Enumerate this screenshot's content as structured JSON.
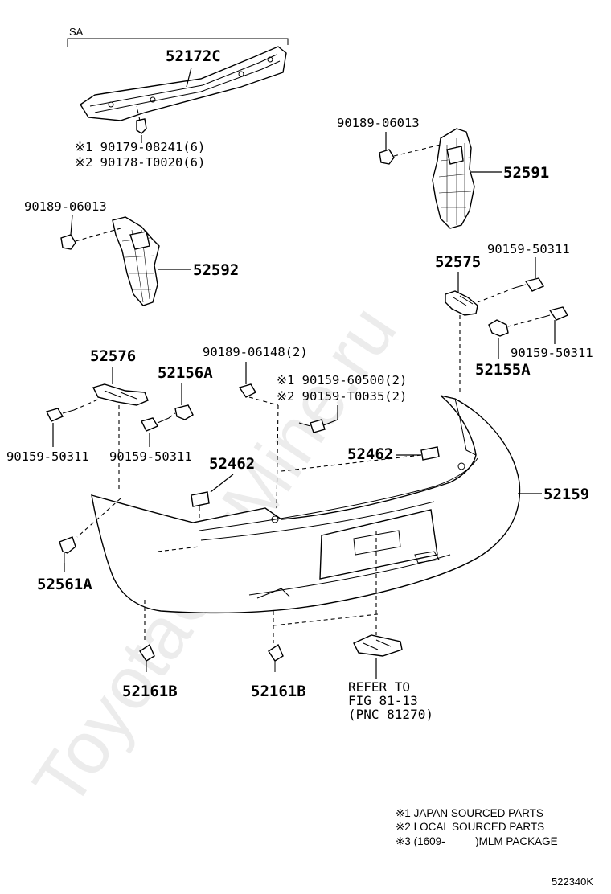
{
  "labels": {
    "sa": "SA",
    "p52172c": "52172C",
    "n1_90179": "※1 90179-08241(6)",
    "n2_90178": "※2 90178-T0020(6)",
    "p90189_06013_right": "90189-06013",
    "p52591": "52591",
    "p90189_06013_left": "90189-06013",
    "p52592": "52592",
    "p52575": "52575",
    "p90159_50311_a": "90159-50311",
    "p90159_50311_b": "90159-50311",
    "p52155a": "52155A",
    "p52576": "52576",
    "p52156a": "52156A",
    "p90189_06148": "90189-06148(2)",
    "n1_90159_60500": "※1 90159-60500(2)",
    "n2_90159_t0035": "※2 90159-T0035(2)",
    "p90159_50311_c": "90159-50311",
    "p90159_50311_d": "90159-50311",
    "p52462_left": "52462",
    "p52462_right": "52462",
    "p52159": "52159",
    "p52561a": "52561A",
    "p52161b_left": "52161B",
    "p52161b_right": "52161B",
    "refer_line1": "REFER TO",
    "refer_line2": "FIG 81-13",
    "refer_line3": "(PNC 81270)"
  },
  "legend": {
    "note1": "※1 JAPAN SOURCED PARTS",
    "note2": "※2 LOCAL SOURCED PARTS",
    "note3": "※3 (1609-          )MLM PACKAGE"
  },
  "watermark": "ToyotaCarMine.ru",
  "diagram_code": "522340K"
}
